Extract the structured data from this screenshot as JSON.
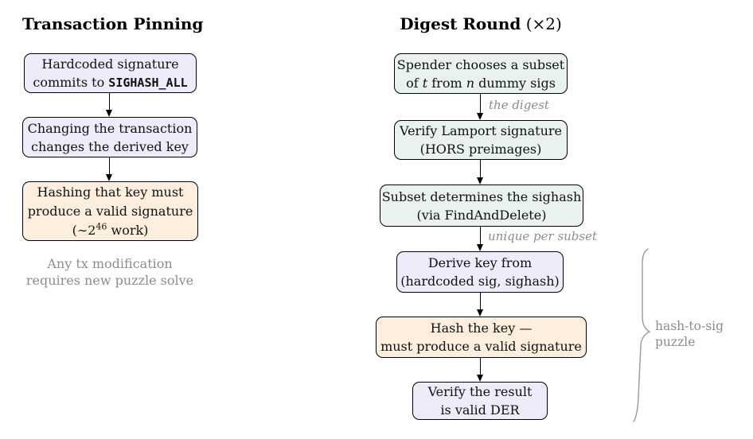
{
  "colors": {
    "lavender": "#ececfa",
    "mint": "#e9f2ed",
    "peach": "#fdeedd",
    "gray": "#8c8c8c",
    "brace": "#9a9a9a",
    "border": "#000000"
  },
  "left": {
    "title": "Transaction Pinning",
    "box_hardcoded": {
      "line1": "Hardcoded signature",
      "line2_prefix": "commits to ",
      "line2_code": "SIGHASH_ALL"
    },
    "box_changing": {
      "line1": "Changing the transaction",
      "line2": "changes the derived key"
    },
    "box_hashing": {
      "line1": "Hashing that key must",
      "line2": "produce a valid signature",
      "line3_open": "(∼2",
      "line3_sup": "46",
      "line3_close": " work)"
    },
    "note_line1": "Any tx modification",
    "note_line2": "requires new puzzle solve"
  },
  "right": {
    "title_main": "Digest Round",
    "title_suffix": " (×2)",
    "box_spender": {
      "line1": "Spender chooses a subset",
      "line2_p1": "of ",
      "line2_t": "t",
      "line2_p2": " from ",
      "line2_n": "n",
      "line2_p3": " dummy sigs"
    },
    "edge_digest": "the digest",
    "box_lamport": {
      "line1": "Verify Lamport signature",
      "line2": "(HORS preimages)"
    },
    "box_subset": {
      "line1": "Subset determines the sighash",
      "line2": "(via FindAndDelete)"
    },
    "edge_unique": "unique per subset",
    "box_derive": {
      "line1": "Derive key from",
      "line2": "(hardcoded sig, sighash)"
    },
    "box_hash": {
      "line1": "Hash the key —",
      "line2": "must produce a valid signature"
    },
    "box_der": {
      "line1": "Verify the result",
      "line2": "is valid DER"
    },
    "brace_label_line1": "hash-to-sig",
    "brace_label_line2": "puzzle"
  }
}
